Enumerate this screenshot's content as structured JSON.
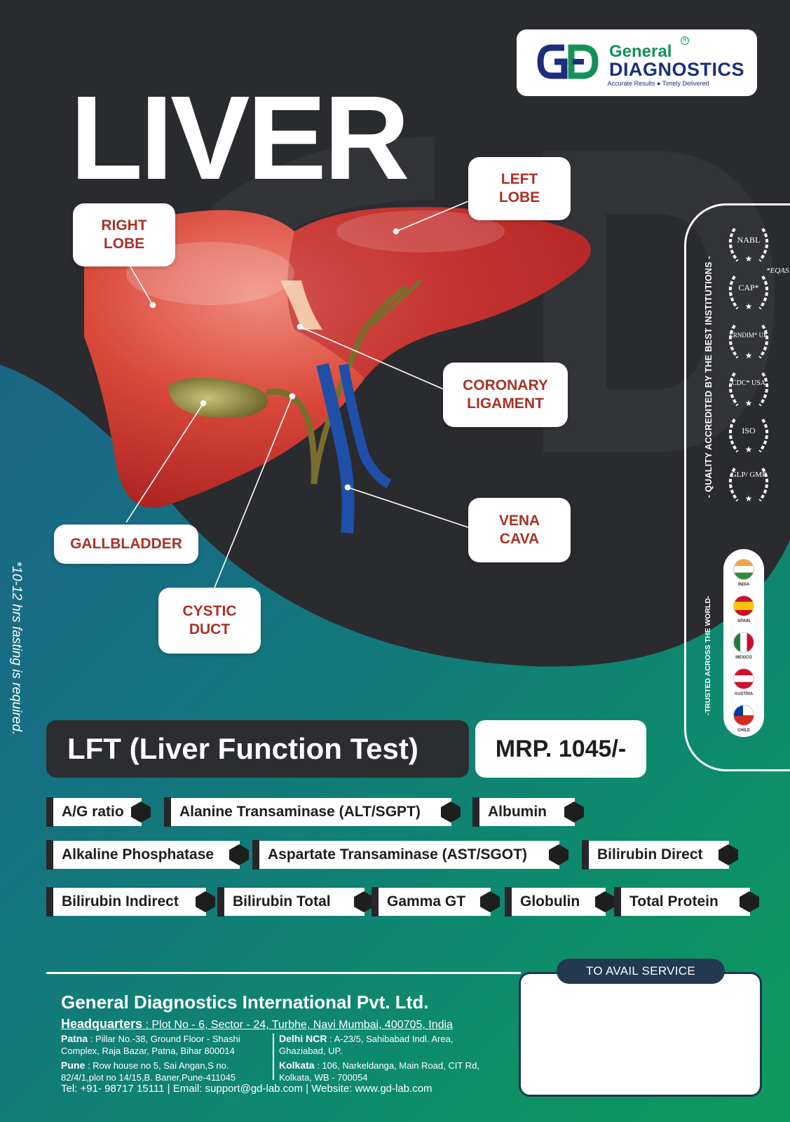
{
  "logo": {
    "brand_top": "General",
    "brand_bottom": "DIAGNOSTICS",
    "tagline": "Accurate Results ● Timely Delivered",
    "mark_icon": "gd-logo-icon"
  },
  "title": "LIVER",
  "labels": {
    "right_lobe": [
      "RIGHT",
      "LOBE"
    ],
    "left_lobe": [
      "LEFT",
      "LOBE"
    ],
    "coronary_ligament": [
      "CORONARY",
      "LIGAMENT"
    ],
    "gallbladder": "GALLBLADDER",
    "vena_cava": [
      "VENA",
      "CAVA"
    ],
    "cystic_duct": [
      "CYSTIC",
      "DUCT"
    ]
  },
  "fasting_note": "*10-12 hrs fasting is required.",
  "accreditation": {
    "heading": "- QUALITY ACCREDITED BY THE BEST INSTITUTIONS -",
    "eqas": "*EQAS",
    "badges": [
      "NABL",
      "CAP*",
      "ERNDIM* UK",
      "CDC* USA",
      "ISO",
      "GLP/ GMP"
    ]
  },
  "trusted": {
    "heading": "-TRUSTED ACROSS THE WORLD-",
    "countries": [
      "INDIA",
      "SPAIN",
      "MEXICO",
      "AUSTRIA",
      "CHILE"
    ]
  },
  "test": {
    "name": "LFT (Liver Function Test)",
    "price": "MRP. 1045/-",
    "parameters": [
      "A/G ratio",
      "Alanine Transaminase (ALT/SGPT)",
      "Albumin",
      "Alkaline Phosphatase",
      "Aspartate Transaminase (AST/SGOT)",
      "Bilirubin Direct",
      "Bilirubin Indirect",
      "Bilirubin Total",
      "Gamma GT",
      "Globulin",
      "Total Protein"
    ]
  },
  "footer": {
    "company": "General Diagnostics International Pvt. Ltd.",
    "hq_label": "Headquarters",
    "hq_address": " : Plot No - 6, Sector - 24, Turbhe, Navi Mumbai, 400705, India",
    "patna_label": "Patna",
    "patna_address": " :  Pillar No.-38, Ground Floor - Shashi Complex, Raja Bazar, Patna, Bihar 800014",
    "delhi_label": "Delhi NCR",
    "delhi_address": " :  A-23/5, Sahibabad Indl. Area, Ghaziabad, UP.",
    "pune_label": "Pune",
    "pune_address": " : Row house no 5, Sai Angan,S no. 82/4/1,plot no 14/15,B. Baner,Pune-411045",
    "kolkata_label": "Kolkata",
    "kolkata_address": " : 106, Narkeldanga, Main Road, CIT Rd, Kolkata, WB - 700054",
    "contact": "Tel: +91- 98717 15111  | Email: support@gd-lab.com | Website: www.gd-lab.com"
  },
  "avail_service": "TO AVAIL SERVICE",
  "colors": {
    "dark": "#2a2b2e",
    "liver_red": "#c0392b",
    "label_red": "#a93226",
    "brand_green": "#12915a",
    "brand_blue": "#1d2f7a",
    "teal": "#166f83"
  }
}
